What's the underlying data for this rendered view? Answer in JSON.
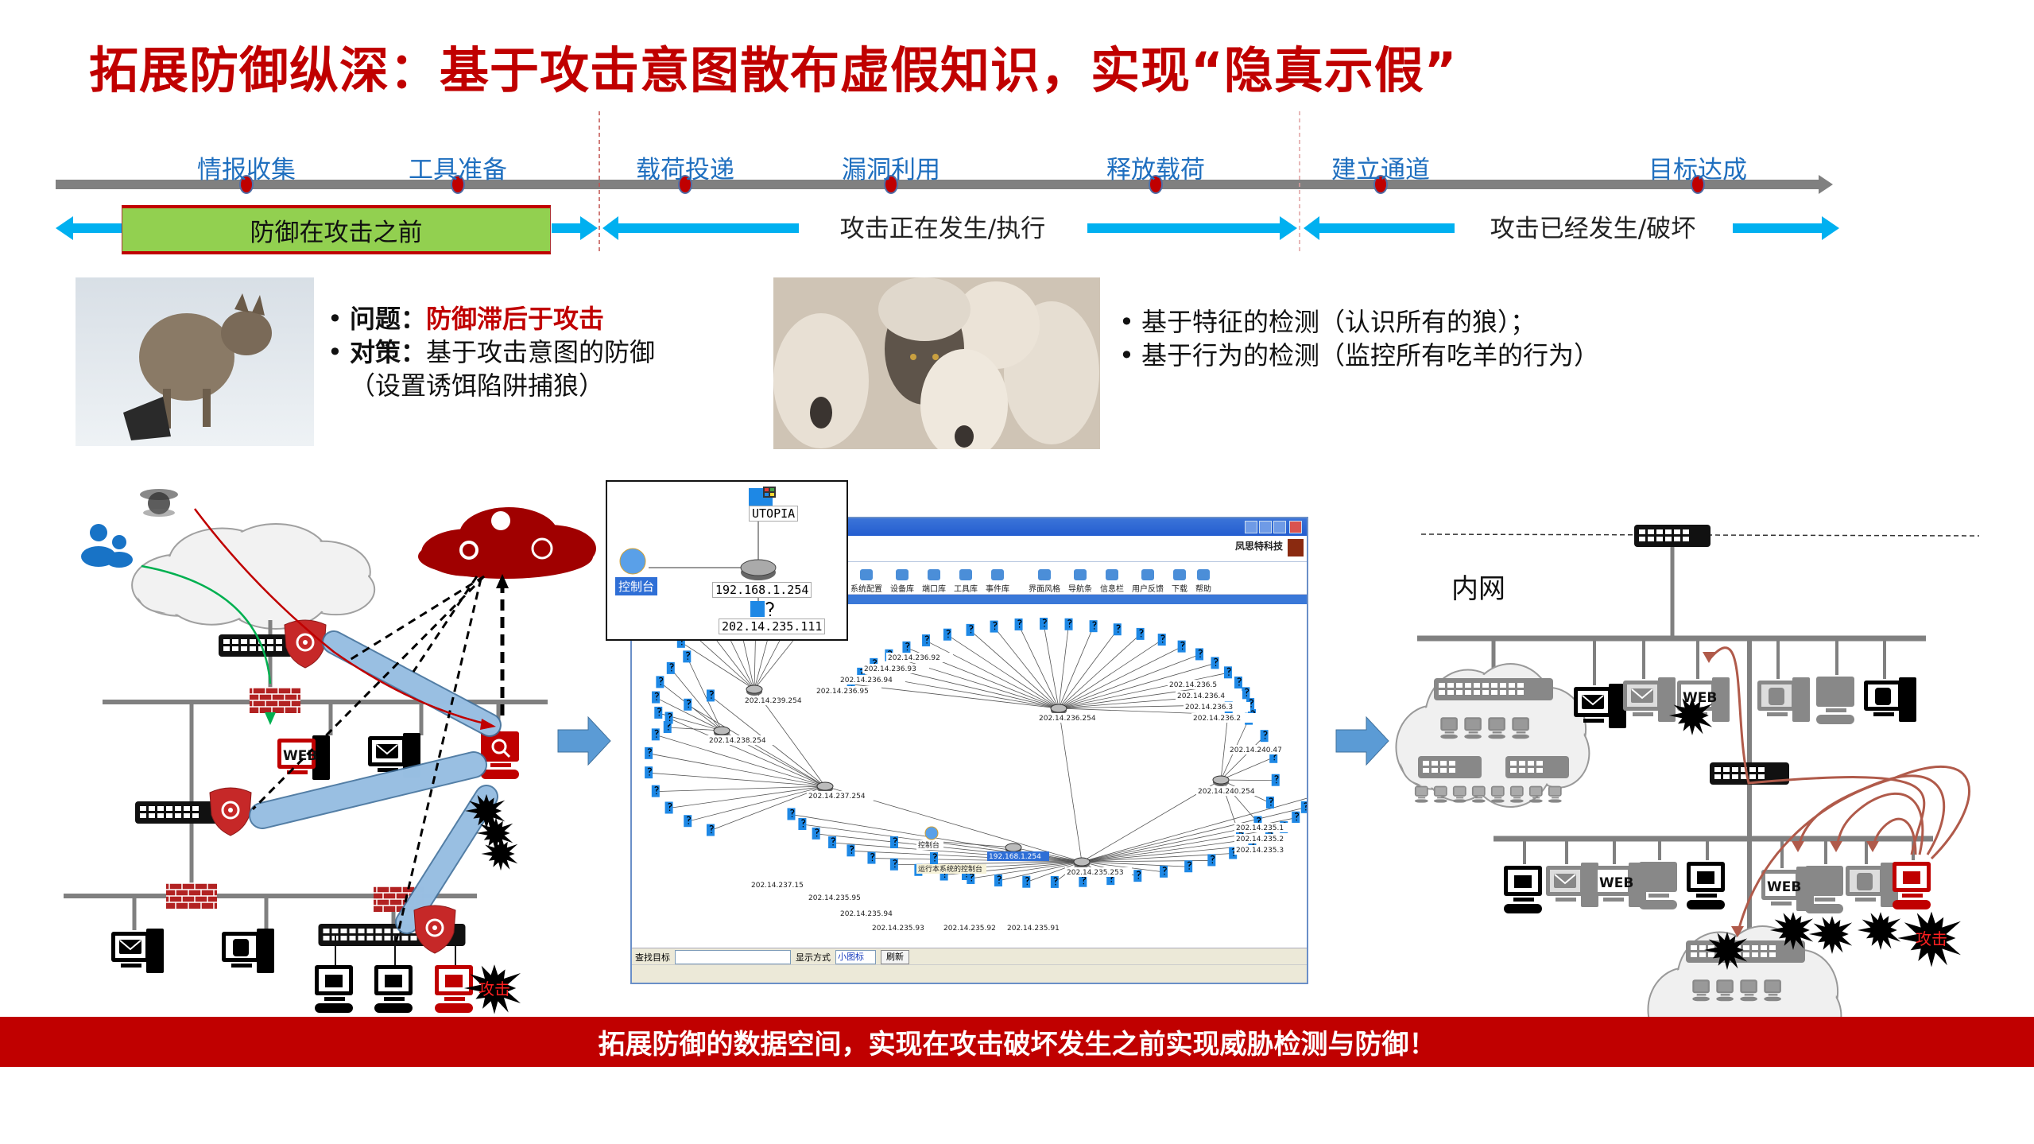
{
  "title": "拓展防御纵深：基于攻击意图散布虚假知识，实现“隐真示假”",
  "timeline": {
    "stages": [
      "情报收集",
      "工具准备",
      "载荷投递",
      "漏洞利用",
      "释放载荷",
      "建立通道",
      "目标达成"
    ],
    "before_label": "防御在攻击之前",
    "during_label": "攻击正在发生/执行",
    "after_label": "攻击已经发生/破坏"
  },
  "problem": {
    "q_label": "问题：",
    "q_text": "防御滞后于攻击",
    "s_label": "对策：",
    "s_text": "基于攻击意图的防御",
    "s_note": "（设置诱饵陷阱捕狼）"
  },
  "detection": [
    "基于特征的检测（认识所有的狼）；",
    "基于行为的检测（监控所有吃羊的行为）"
  ],
  "left_diagram": {
    "web": "WEB",
    "attack": "攻击"
  },
  "inset": {
    "host": "UTOPIA",
    "console": "控制台",
    "router": "192.168.1.254",
    "target": "202.14.235.111"
  },
  "app": {
    "brand": "凤思特科技",
    "toolbar": [
      "系统配置",
      "设备库",
      "端口库",
      "工具库",
      "事件库",
      "界面风格",
      "导航条",
      "信息栏",
      "用户反馈",
      "下载",
      "帮助"
    ],
    "hubs": [
      "202.14.236.254",
      "202.14.239.254",
      "202.14.238.254",
      "202.14.237.254",
      "202.14.240.254",
      "202.14.235.253"
    ],
    "router": "192.168.1.254",
    "console": "控制台",
    "tooltip": "运行本系统的控制台",
    "leaf_labels": [
      "202.14.236.95",
      "202.14.236.94",
      "202.14.236.93",
      "202.14.236.92",
      "202.14.236.5",
      "202.14.236.4",
      "202.14.236.3",
      "202.14.236.2",
      "202.14.240.47",
      "202.14.237.15",
      "202.14.235.95",
      "202.14.235.94",
      "202.14.235.93",
      "202.14.235.92",
      "202.14.235.91",
      "202.14.235.1",
      "202.14.235.2",
      "202.14.235.3"
    ],
    "search_label": "查找目标",
    "search_value": "",
    "display_label": "显示方式",
    "display_value": "小图标",
    "refresh": "刷新"
  },
  "right_diagram": {
    "intranet": "内网",
    "web": "WEB",
    "attack": "攻击"
  },
  "banner": "拓展防御的数据空间，实现在攻击破坏发生之前实现威胁检测与防御！",
  "colors": {
    "title": "#c00000",
    "stage_text": "#1f6fbf",
    "timeline": "#808080",
    "phase_arrow": "#00b0f0",
    "before_box": "#92d050",
    "banner": "#c00000",
    "threat_cloud": "#a00000",
    "tunnel": "#9dc3e6"
  }
}
